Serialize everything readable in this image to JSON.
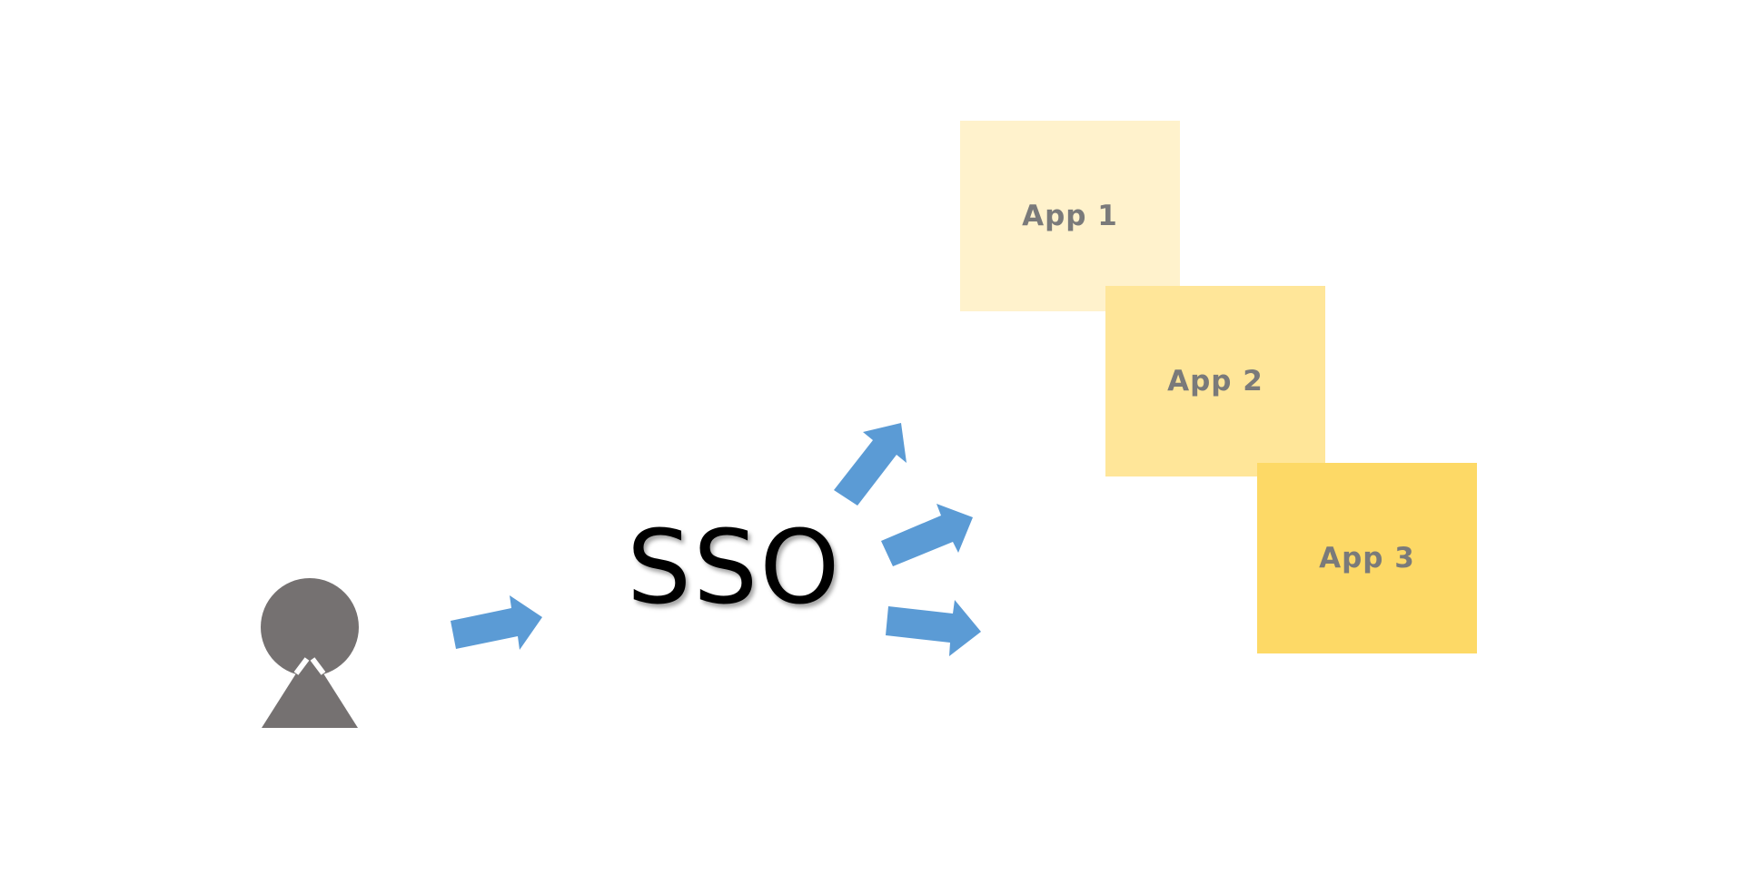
{
  "diagram": {
    "center_label": "SSO",
    "apps": [
      {
        "label": "App 1",
        "color": "#FFF2CC"
      },
      {
        "label": "App 2",
        "color": "#FFE699"
      },
      {
        "label": "App 3",
        "color": "#FDD966"
      }
    ],
    "colors": {
      "arrow": "#5B9BD5",
      "user_icon": "#757171",
      "background": "#FFFFFF"
    },
    "icons": {
      "user": "person-icon",
      "arrow": "right-arrow-icon"
    }
  }
}
